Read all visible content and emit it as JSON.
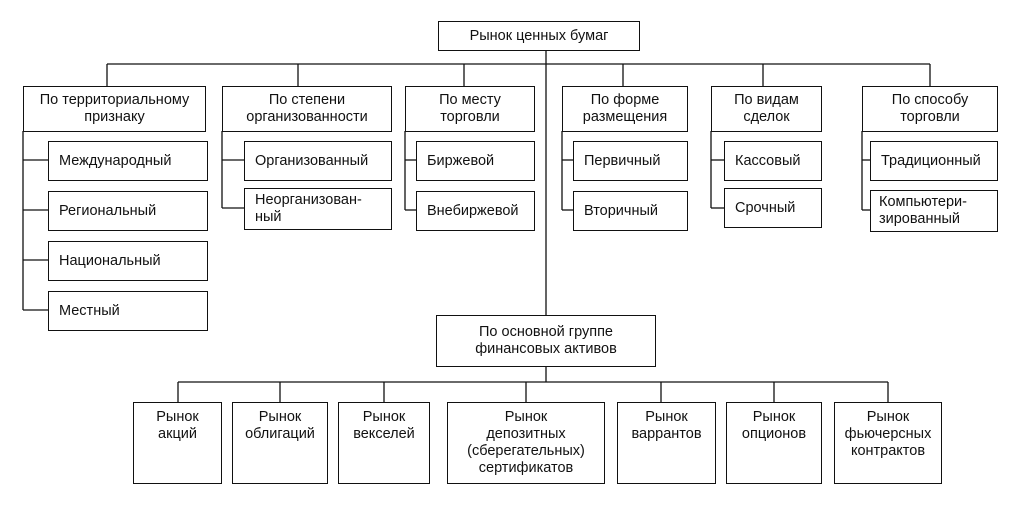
{
  "title": "Рынок ценных бумаг",
  "categories": [
    {
      "label": "По территориальному\nпризнаку",
      "items": [
        "Международный",
        "Региональный",
        "Национальный",
        "Местный"
      ]
    },
    {
      "label": "По степени\nорганизованности",
      "items": [
        "Организованный",
        "Неорганизован-\nный"
      ]
    },
    {
      "label": "По месту\nторговли",
      "items": [
        "Биржевой",
        "Внебиржевой"
      ]
    },
    {
      "label": "По форме\nразмещения",
      "items": [
        "Первичный",
        "Вторичный"
      ]
    },
    {
      "label": "По видам\nсделок",
      "items": [
        "Кассовый",
        "Срочный"
      ]
    },
    {
      "label": "По способу\nторговли",
      "items": [
        "Традиционный",
        "Компьютери-\nзированный"
      ]
    }
  ],
  "asset_group": {
    "label": "По основной группе\nфинансовых активов",
    "items": [
      "Рынок\nакций",
      "Рынок\nоблигаций",
      "Рынок\nвекселей",
      "Рынок\nдепозитных\n(сберегательных)\nсертификатов",
      "Рынок\nваррантов",
      "Рынок\nопционов",
      "Рынок\nфьючерсных\nконтрактов"
    ]
  }
}
